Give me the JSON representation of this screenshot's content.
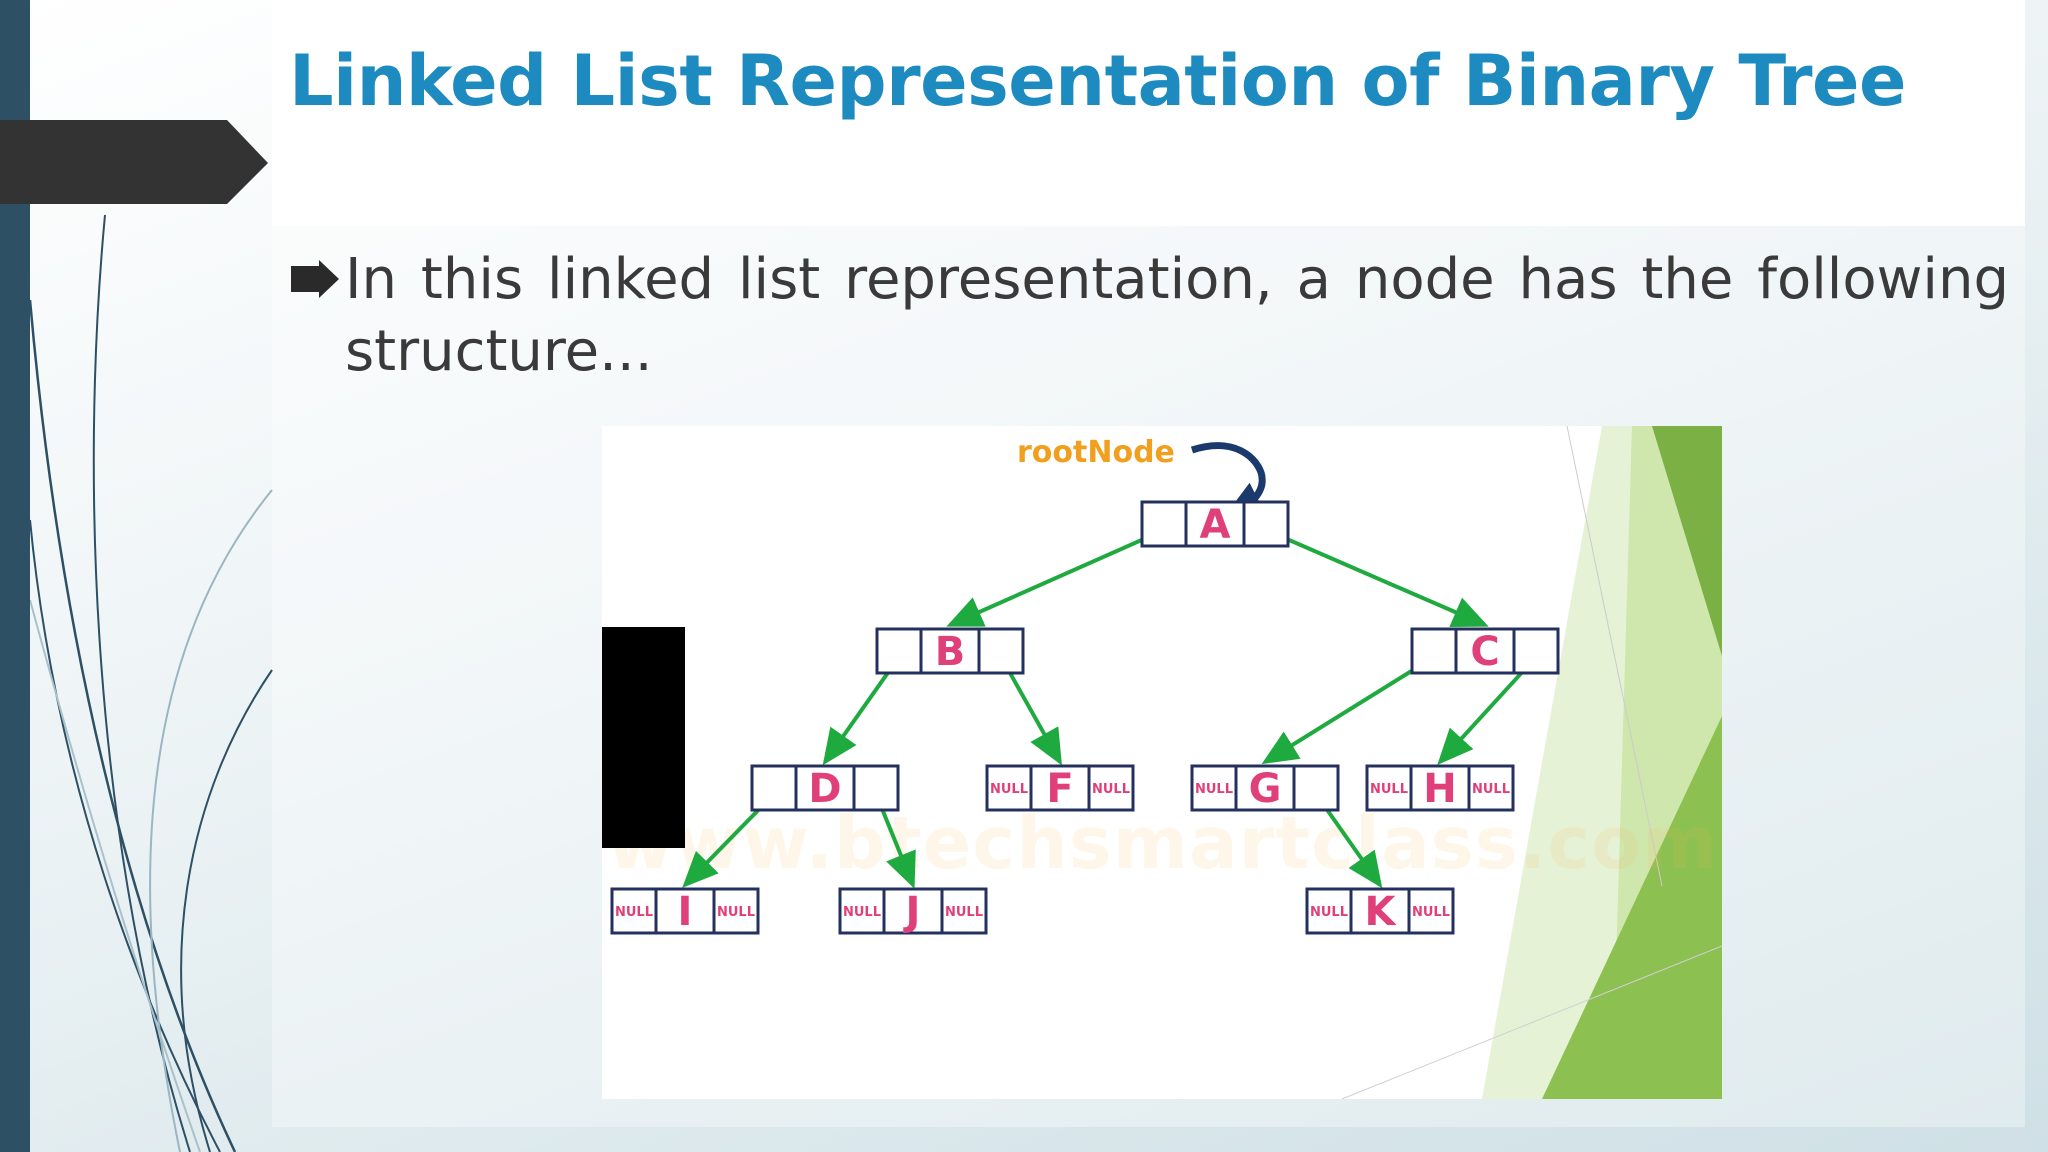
{
  "slide": {
    "title": "Linked List Representation of Binary Tree",
    "bullet_text": "In this linked list representation, a node has the following structure..."
  },
  "diagram": {
    "root_label": "rootNode",
    "watermark": "www.btechsmartclass.com",
    "null_label": "NULL",
    "nodes": [
      "A",
      "B",
      "C",
      "D",
      "F",
      "G",
      "H",
      "I",
      "J",
      "K"
    ],
    "colors": {
      "node_letter": "#e0407a",
      "edge": "#1faa40",
      "root_label": "#f0a01e",
      "root_arrow": "#1a3a6e",
      "box_stroke": "#24305e",
      "title": "#1e8bc0"
    }
  }
}
